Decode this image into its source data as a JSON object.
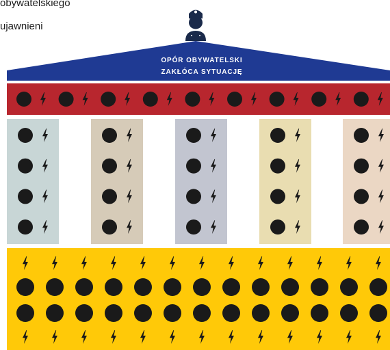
{
  "legend": {
    "line1": "obywatelskiego",
    "line2": "ujawnieni"
  },
  "roof": {
    "line1": "OPÓR OBYWATELSKI",
    "line2": "ZAKŁÓCA SYTUACJĘ"
  },
  "icons": {
    "figure": "police-officer-icon",
    "dot": "black-dot-icon",
    "bolt": "lightning-bolt-icon"
  },
  "colors": {
    "roof": "#1f3a93",
    "frieze": "#b8262e",
    "base": "#ffc908",
    "dot": "#1a1a1a",
    "pillars": [
      "#c8d6d6",
      "#d6cbb8",
      "#c2c5d0",
      "#e9ddb1",
      "#ebd7c4"
    ]
  },
  "structure": {
    "frieze_pairs": 9,
    "pillar_count": 5,
    "pillar_rows": 4,
    "base_columns": 13,
    "base_row_pattern": [
      "bolt",
      "dot",
      "dot",
      "bolt"
    ]
  }
}
